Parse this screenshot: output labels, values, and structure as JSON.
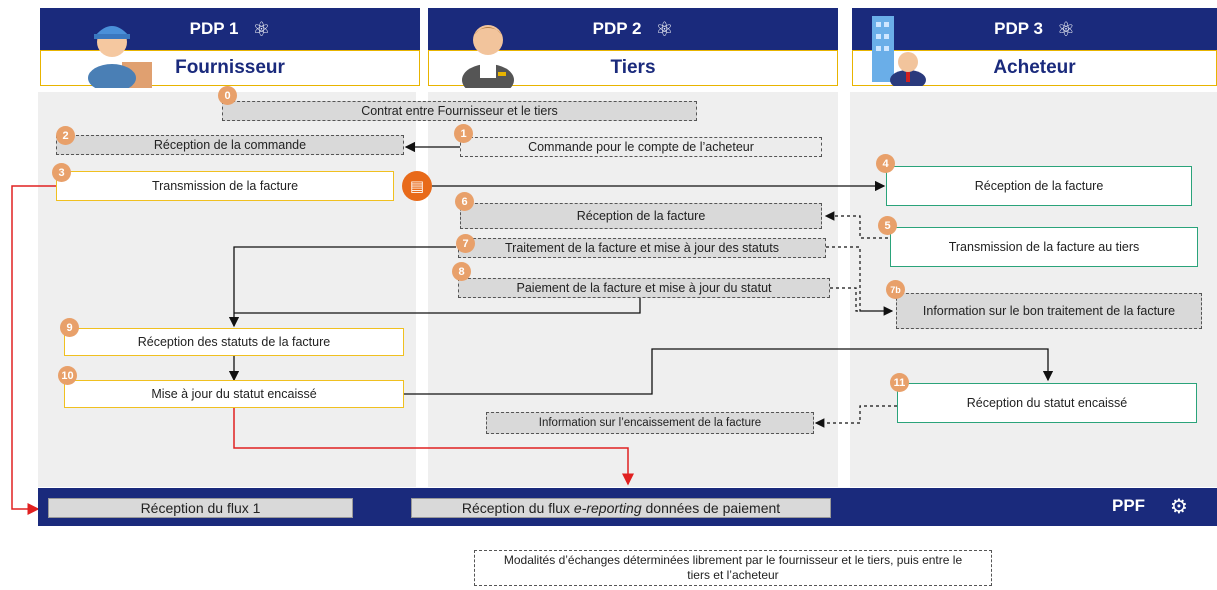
{
  "headers": [
    {
      "title": "PDP 1",
      "role": "Fournisseur",
      "icon": "atom-icon"
    },
    {
      "title": "PDP 2",
      "role": "Tiers",
      "icon": "atom-icon"
    },
    {
      "title": "PDP 3",
      "role": "Acheteur",
      "icon": "atom-icon"
    }
  ],
  "steps": {
    "s0": {
      "num": "0",
      "label": "Contrat entre Fournisseur et le tiers"
    },
    "s1": {
      "num": "1",
      "label": "Commande pour le compte de l’acheteur"
    },
    "s2": {
      "num": "2",
      "label": "Réception de la commande"
    },
    "s3": {
      "num": "3",
      "label": "Transmission de la facture"
    },
    "s4": {
      "num": "4",
      "label": "Réception de la facture"
    },
    "s5": {
      "num": "5",
      "label": "Transmission de la facture au tiers"
    },
    "s6": {
      "num": "6",
      "label": "Réception de la facture"
    },
    "s7": {
      "num": "7",
      "label": "Traitement de la facture et mise à jour des statuts"
    },
    "s7b": {
      "num": "7b",
      "label": "Information sur le bon traitement de la facture"
    },
    "s8": {
      "num": "8",
      "label": "Paiement de la facture et mise à jour du statut"
    },
    "s9": {
      "num": "9",
      "label": "Réception des statuts de la facture"
    },
    "s10": {
      "num": "10",
      "label": "Mise à jour du statut encaissé"
    },
    "s11": {
      "num": "11",
      "label": "Réception du statut encaissé"
    },
    "s12": {
      "label": "Information sur l’encaissement de la facture"
    }
  },
  "ppf": {
    "label": "PPF",
    "flux1": "Réception du flux 1",
    "flux2_pre": "Réception du flux ",
    "flux2_it": "e-reporting",
    "flux2_post": " données de paiement"
  },
  "footnote": "Modalités d’échanges déterminées librement par le fournisseur et le tiers, puis entre le tiers et l’acheteur",
  "colors": {
    "navy": "#1a2a7c",
    "badge": "#e8a06a",
    "orange": "#e86a1a",
    "red": "#e02020",
    "green": "#2aa37a",
    "yellow": "#f0c020"
  }
}
